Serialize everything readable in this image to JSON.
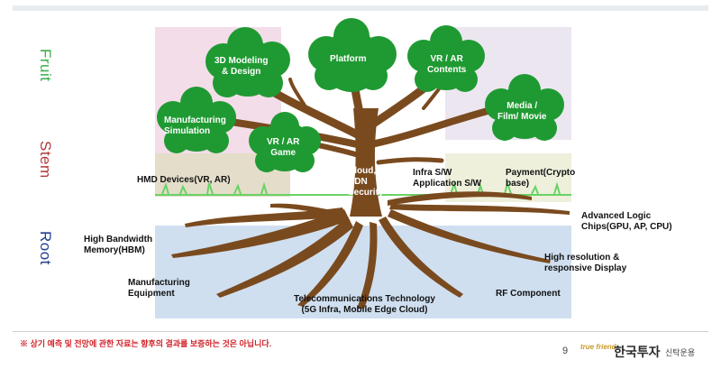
{
  "side_labels": {
    "fruit": "Fruit",
    "stem": "Stem",
    "root": "Root"
  },
  "nodes": {
    "modeling": "3D Modeling\n& Design",
    "platform": "Platform",
    "vr_ar_contents": "VR / AR\nContents",
    "media": "Media /\nFilm/ Movie",
    "manufacturing_sim": "Manufacturing\nSimulation",
    "vr_ar_game": "VR / AR\nGame",
    "cloud": "Cloud,\nCDN\nSecurity"
  },
  "labels": {
    "hmd": "HMD Devices(VR, AR)",
    "infra": "Infra S/W\nApplication S/W",
    "payment": "Payment(Crypto\nbase)",
    "logic": "Advanced Logic\nChips(GPU, AP, CPU)",
    "hbm": "High Bandwidth\nMemory(HBM)",
    "display": "High resolution &\nresponsive Display",
    "mfg_equipment": "Manufacturing\nEquipment",
    "rf": "RF Component",
    "telecom": "Telecommunications Technology\n(5G Infra, Mobile Edge Cloud)"
  },
  "footer": {
    "disclaimer": "※ 상기 예측 및 전망에 관한 자료는 향후의 결과를 보증하는 것은 아닙니다.",
    "page_number": "9",
    "logo_small": "true friend",
    "logo_main": "한국투자",
    "logo_sub": "신탁운용"
  },
  "colors": {
    "leaf": "#1f9a32",
    "trunk": "#7a4a1f",
    "grass": "#6ad266"
  }
}
